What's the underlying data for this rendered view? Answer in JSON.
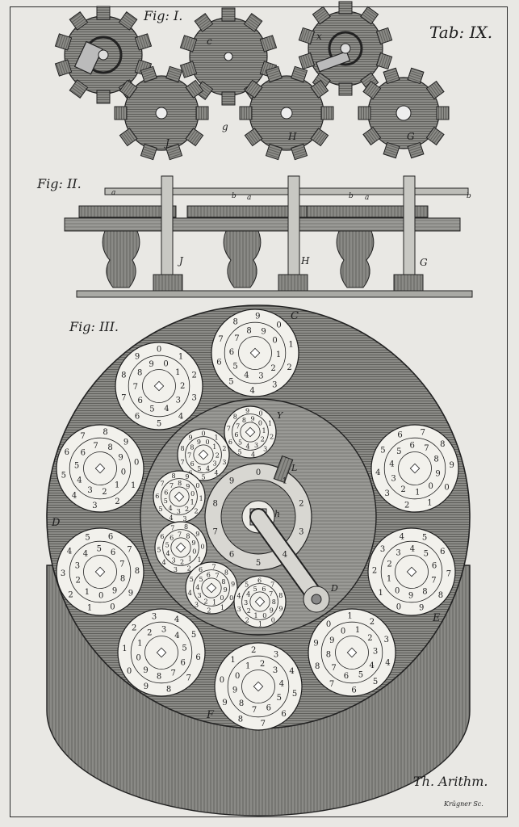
{
  "plate": {
    "table_label": "Tab: IX.",
    "fig1_label": "Fig: I.",
    "fig2_label": "Fig: II.",
    "fig3_label": "Fig: III.",
    "caption": "Th. Arithm.",
    "engraver": "Krügner Sc."
  },
  "fig1": {
    "wheel_letters": [
      "c",
      "g",
      "x",
      "J",
      "H",
      "G"
    ]
  },
  "fig2": {
    "axle_labels": [
      "J",
      "H",
      "G"
    ],
    "plate_marks": [
      "a",
      "b",
      "a",
      "b",
      "a",
      "b"
    ]
  },
  "fig3": {
    "part_letters": [
      "C",
      "D",
      "E",
      "F",
      "Y",
      "L",
      "D",
      "h"
    ],
    "dial_numerals": [
      "0",
      "1",
      "2",
      "3",
      "4",
      "5",
      "6",
      "7",
      "8",
      "9"
    ],
    "colors": {
      "ink": "#1e1e1e",
      "paper": "#e9e8e4",
      "dial": "#f2f1ec",
      "body": "#8f8f8c"
    }
  }
}
